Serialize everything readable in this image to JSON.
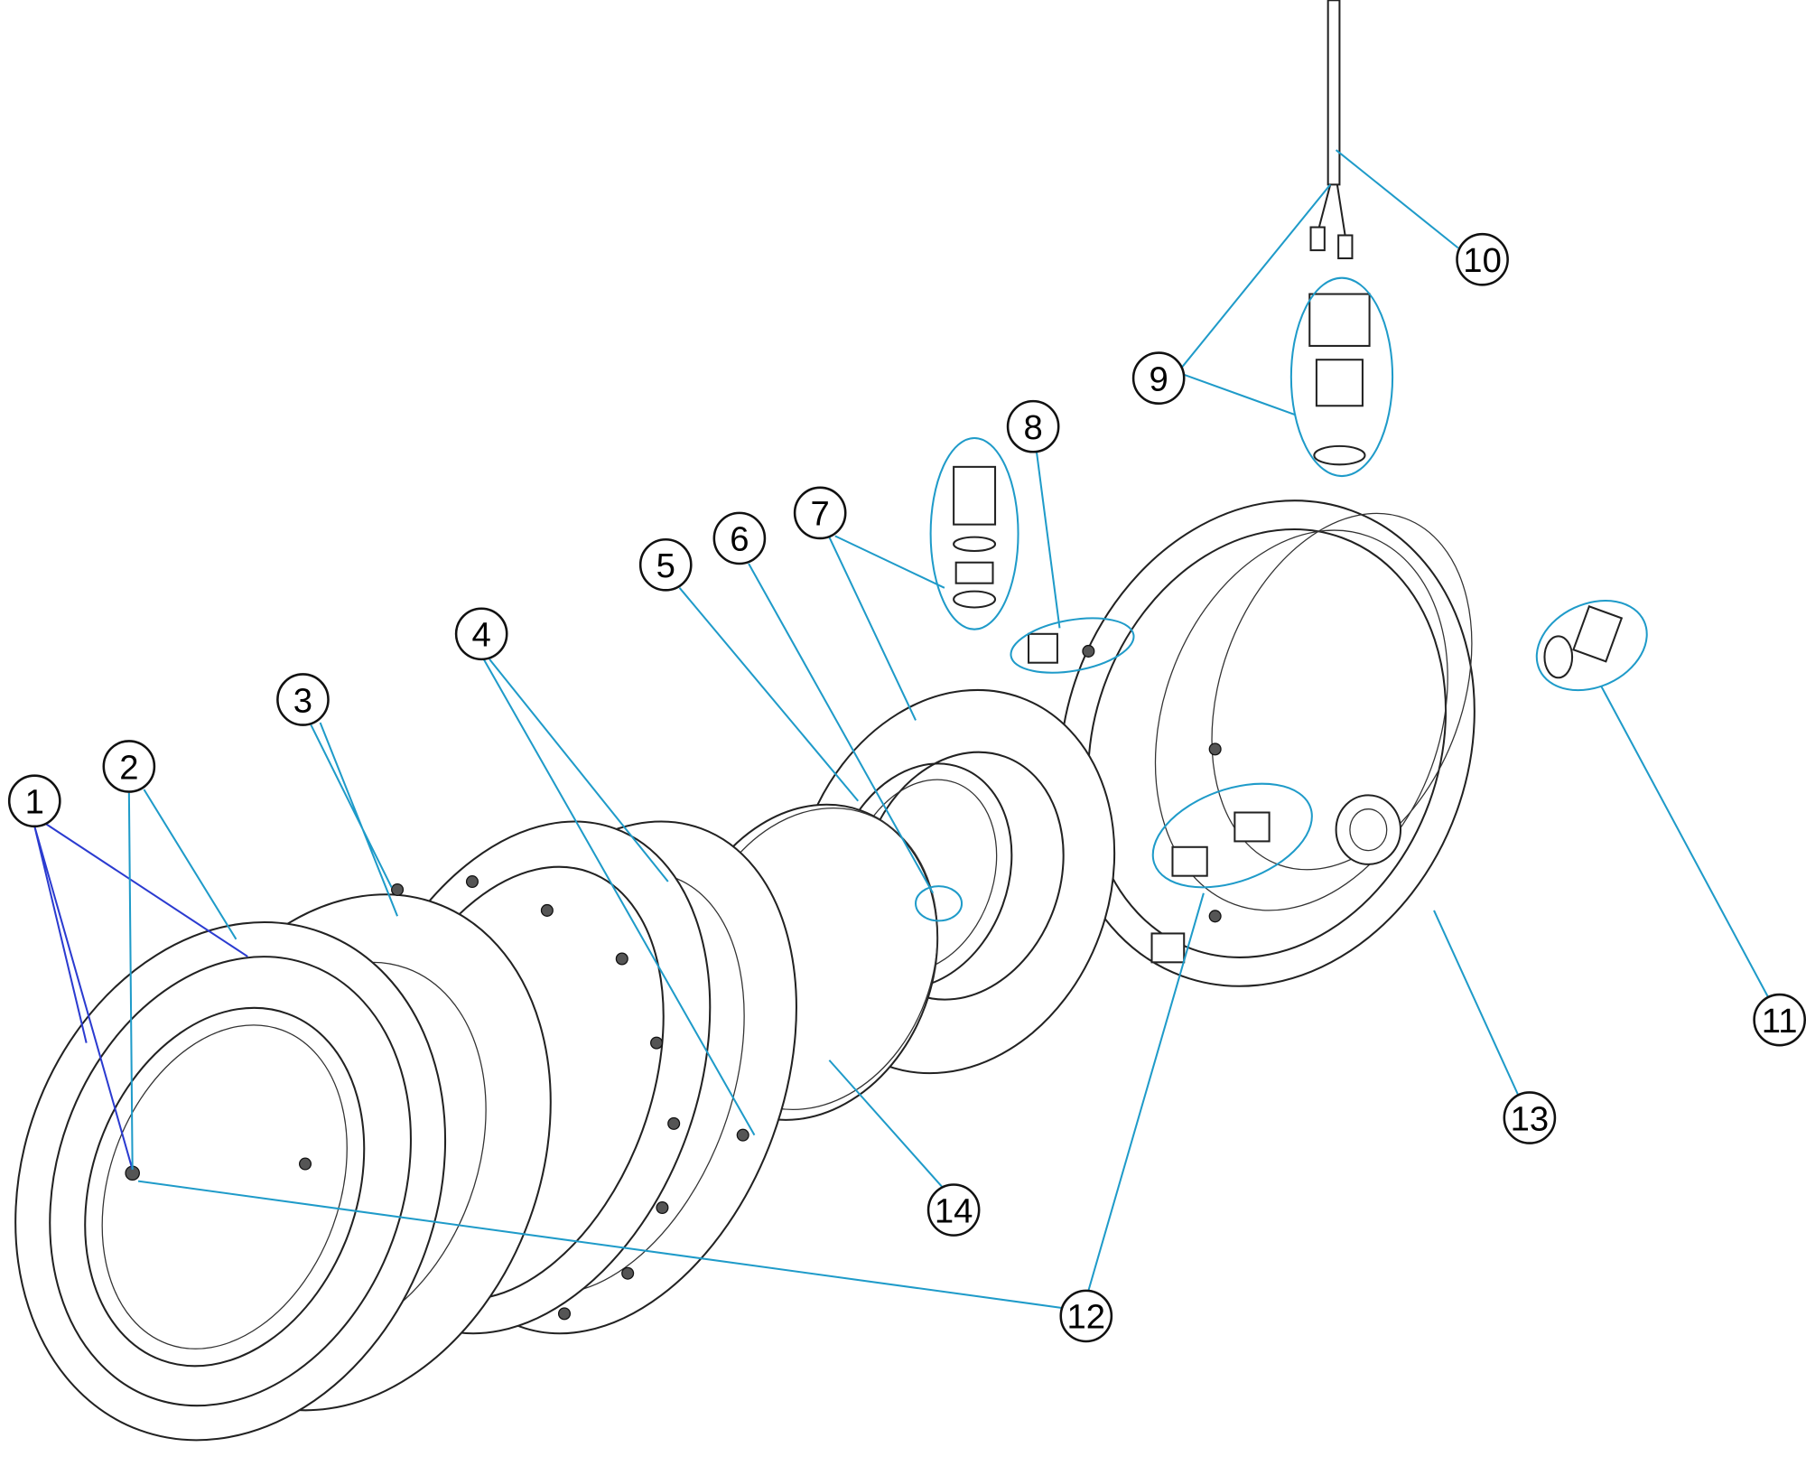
{
  "diagram": {
    "type": "exploded-parts-view",
    "callouts": [
      {
        "label": "1"
      },
      {
        "label": "2"
      },
      {
        "label": "3"
      },
      {
        "label": "4"
      },
      {
        "label": "5"
      },
      {
        "label": "6"
      },
      {
        "label": "7"
      },
      {
        "label": "8"
      },
      {
        "label": "9"
      },
      {
        "label": "10"
      },
      {
        "label": "11"
      },
      {
        "label": "12"
      },
      {
        "label": "13"
      },
      {
        "label": "14"
      }
    ],
    "colors": {
      "leader": "#1f9bc9",
      "leader_part1": "#2b3bd0",
      "outline": "#222222"
    }
  }
}
